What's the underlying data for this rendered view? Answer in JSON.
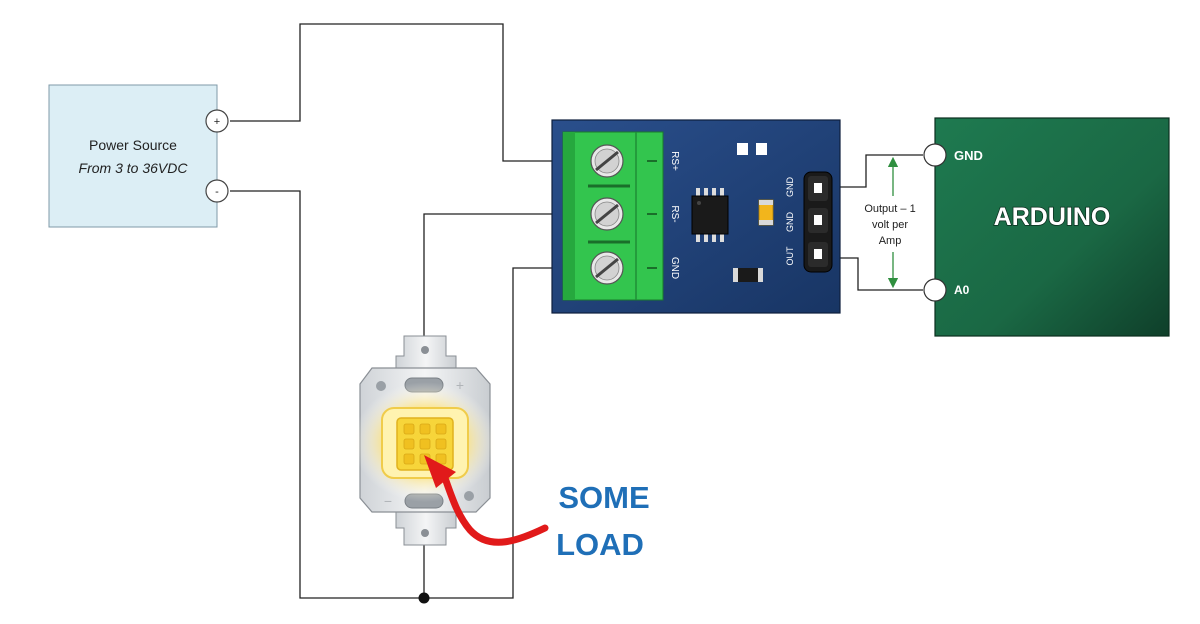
{
  "power_source": {
    "title": "Power Source",
    "subtitle": "From 3 to 36VDC",
    "plus_label": "+",
    "minus_label": "-"
  },
  "sensor": {
    "terminal_labels": [
      "RS+",
      "RS-",
      "GND"
    ],
    "header_pin_labels": [
      "GND",
      "GND",
      "OUT"
    ]
  },
  "output_note": {
    "line1": "Output – 1",
    "line2": "volt per",
    "line3": "Amp"
  },
  "arduino": {
    "title": "ARDUINO",
    "pin_gnd": "GND",
    "pin_a0": "A0"
  },
  "load": {
    "label_line1": "SOME",
    "label_line2": "LOAD",
    "led_plus": "+",
    "led_minus": "−"
  },
  "colors": {
    "power_box_fill": "#dceef5",
    "sensor_board": "#1f3d73",
    "terminal_block": "#33c54e",
    "arduino_board": "#1d6b47",
    "load_label": "#1f6fb7",
    "arrow": "#e11a1a",
    "annotation_arrow": "#2f8f3f"
  }
}
